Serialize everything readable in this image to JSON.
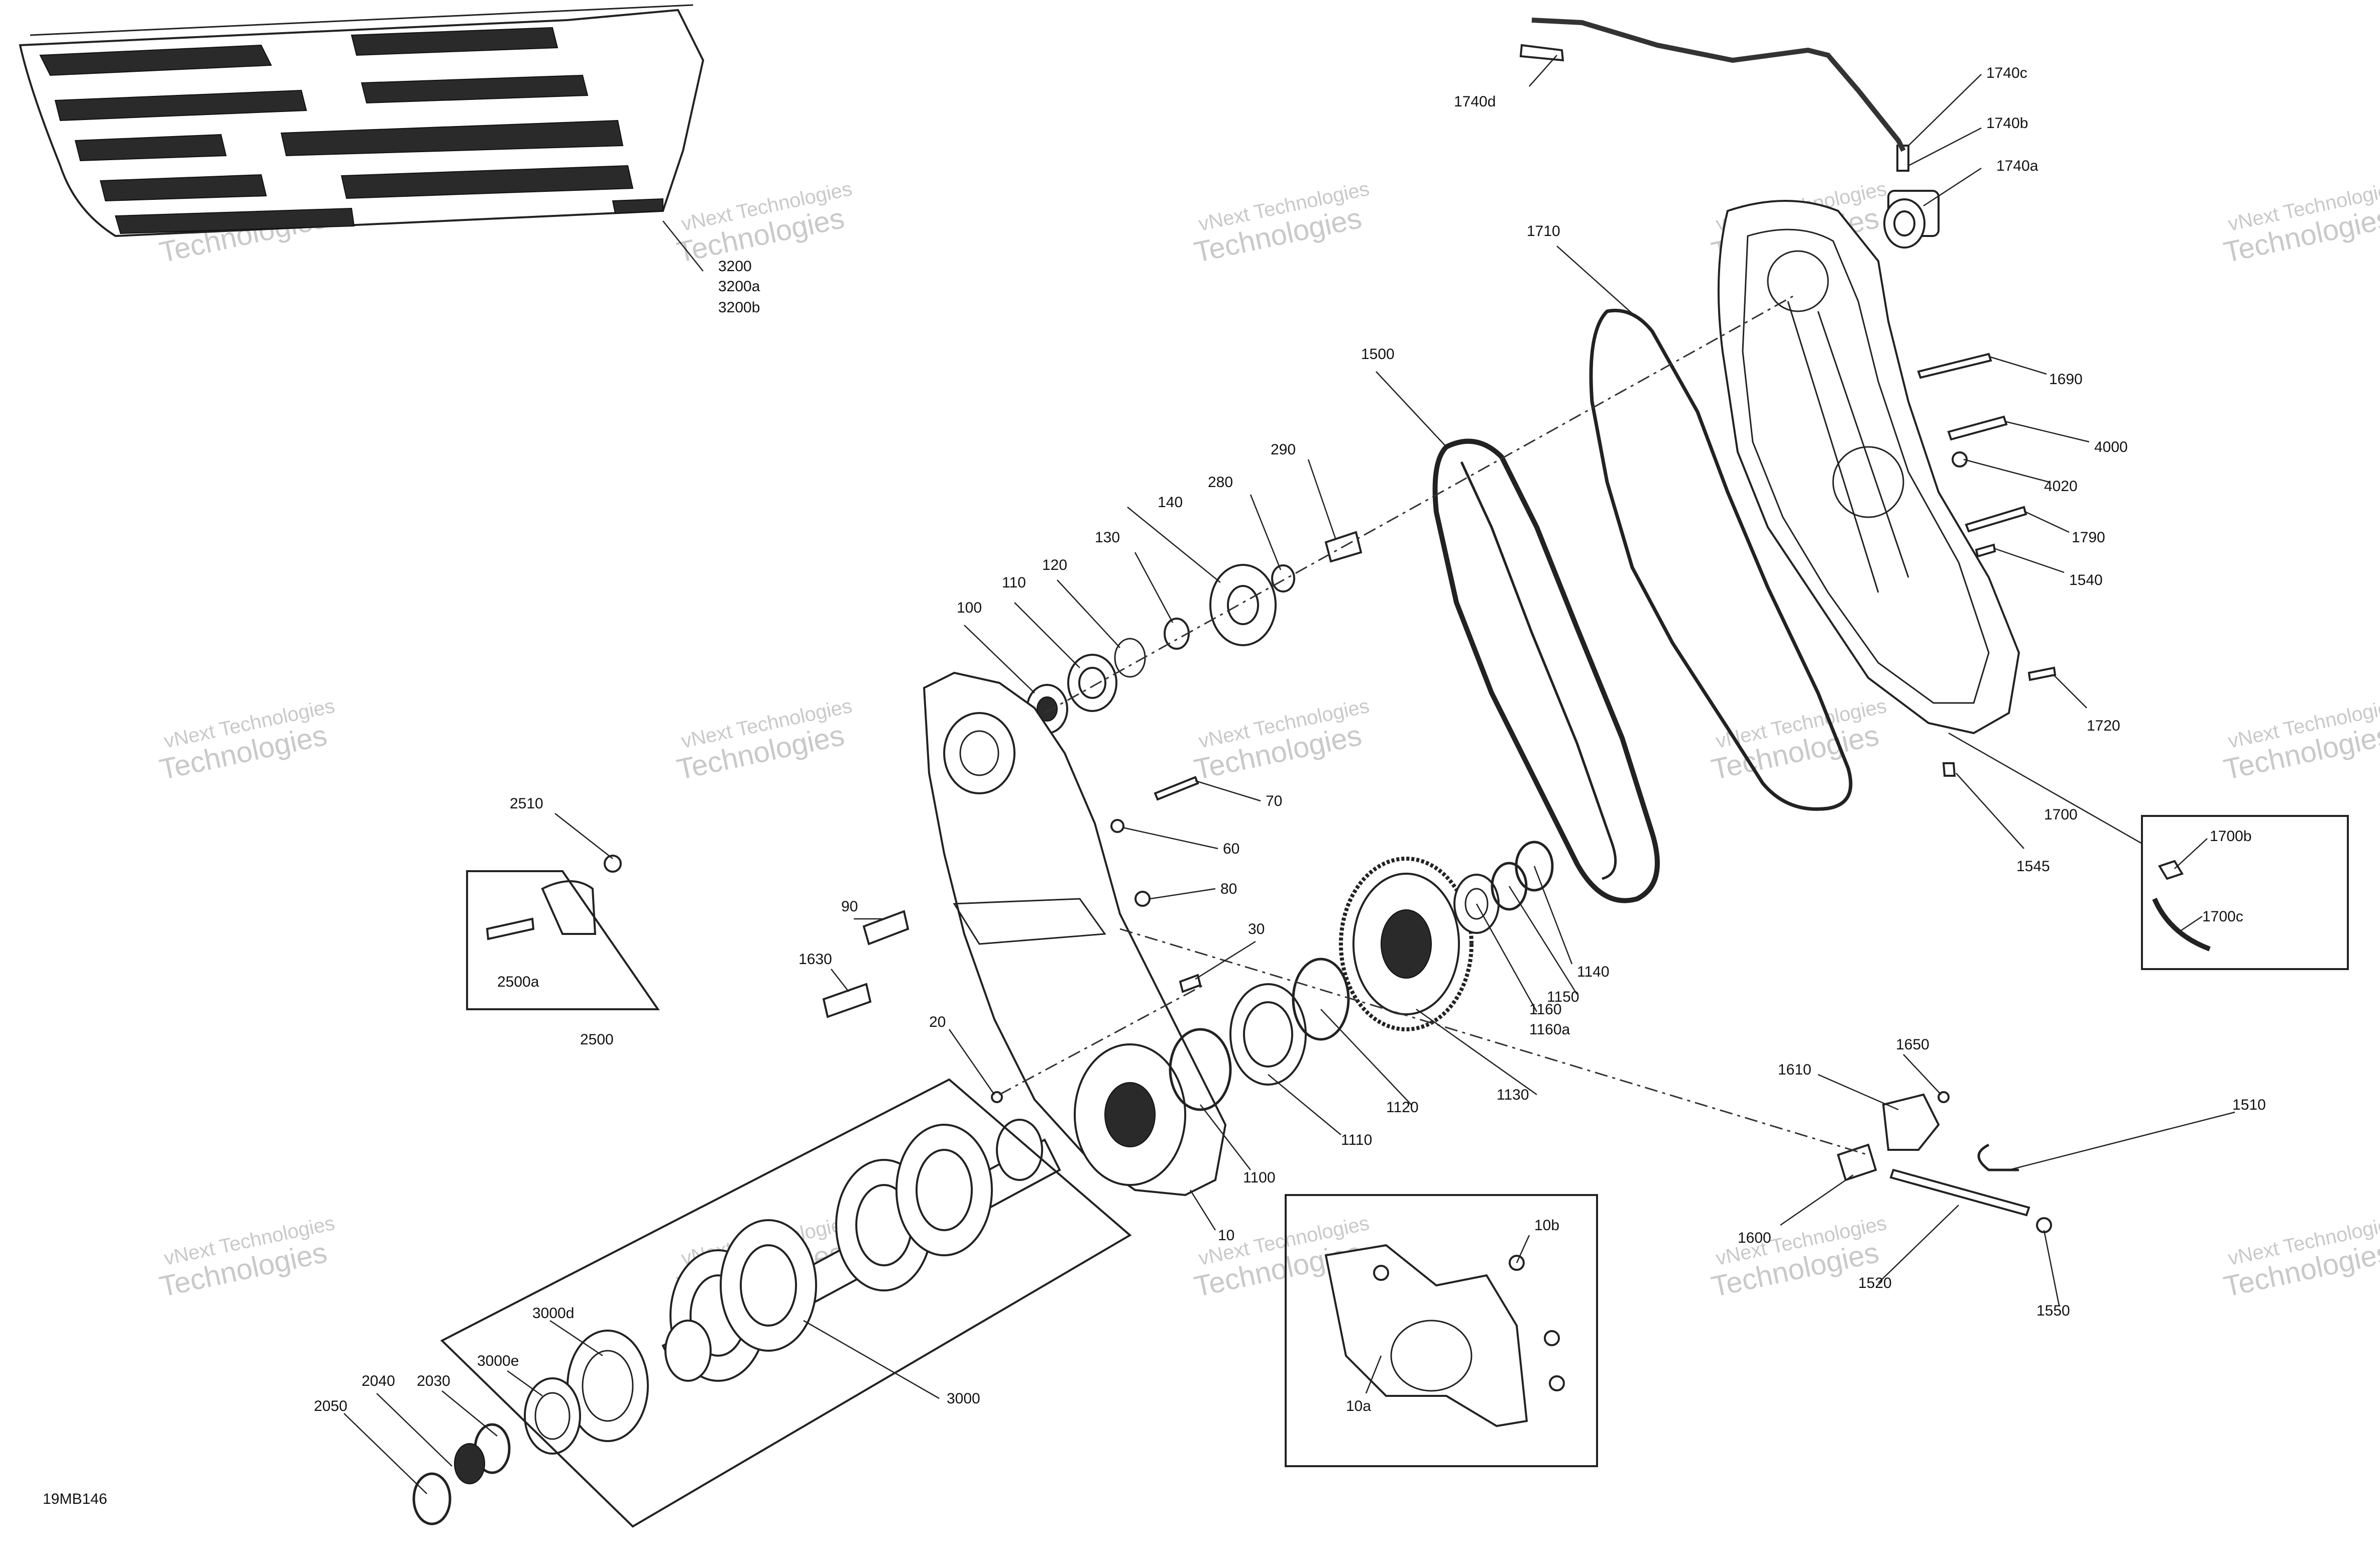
{
  "diagram_code": "19MB146",
  "watermark": {
    "line1": "vNext Technologies",
    "line2": "Technologies"
  },
  "callouts": [
    {
      "id": "c3200",
      "text": "3200"
    },
    {
      "id": "c3200a",
      "text": "3200a"
    },
    {
      "id": "c3200b",
      "text": "3200b"
    },
    {
      "id": "c1740d",
      "text": "1740d"
    },
    {
      "id": "c1740c",
      "text": "1740c"
    },
    {
      "id": "c1740b",
      "text": "1740b"
    },
    {
      "id": "c1740a",
      "text": "1740a"
    },
    {
      "id": "c1710",
      "text": "1710"
    },
    {
      "id": "c1500",
      "text": "1500"
    },
    {
      "id": "c1690",
      "text": "1690"
    },
    {
      "id": "c4000",
      "text": "4000"
    },
    {
      "id": "c4020",
      "text": "4020"
    },
    {
      "id": "c1790",
      "text": "1790"
    },
    {
      "id": "c1540",
      "text": "1540"
    },
    {
      "id": "c1720",
      "text": "1720"
    },
    {
      "id": "c1700",
      "text": "1700"
    },
    {
      "id": "c1700b",
      "text": "1700b"
    },
    {
      "id": "c1700c",
      "text": "1700c"
    },
    {
      "id": "c1545",
      "text": "1545"
    },
    {
      "id": "c290",
      "text": "290"
    },
    {
      "id": "c280",
      "text": "280"
    },
    {
      "id": "c140",
      "text": "140"
    },
    {
      "id": "c130",
      "text": "130"
    },
    {
      "id": "c120",
      "text": "120"
    },
    {
      "id": "c110",
      "text": "110"
    },
    {
      "id": "c100",
      "text": "100"
    },
    {
      "id": "c70",
      "text": "70"
    },
    {
      "id": "c60",
      "text": "60"
    },
    {
      "id": "c80",
      "text": "80"
    },
    {
      "id": "c30",
      "text": "30"
    },
    {
      "id": "c90",
      "text": "90"
    },
    {
      "id": "c1630",
      "text": "1630"
    },
    {
      "id": "c20",
      "text": "20"
    },
    {
      "id": "c2510",
      "text": "2510"
    },
    {
      "id": "c2500a",
      "text": "2500a"
    },
    {
      "id": "c2500",
      "text": "2500"
    },
    {
      "id": "c1140",
      "text": "1140"
    },
    {
      "id": "c1150",
      "text": "1150"
    },
    {
      "id": "c1160",
      "text": "1160"
    },
    {
      "id": "c1160a",
      "text": "1160a"
    },
    {
      "id": "c1130",
      "text": "1130"
    },
    {
      "id": "c1120",
      "text": "1120"
    },
    {
      "id": "c1110",
      "text": "1110"
    },
    {
      "id": "c1100",
      "text": "1100"
    },
    {
      "id": "c10",
      "text": "10"
    },
    {
      "id": "c10b",
      "text": "10b"
    },
    {
      "id": "c10a",
      "text": "10a"
    },
    {
      "id": "c1650",
      "text": "1650"
    },
    {
      "id": "c1610",
      "text": "1610"
    },
    {
      "id": "c1510",
      "text": "1510"
    },
    {
      "id": "c1600",
      "text": "1600"
    },
    {
      "id": "c1520",
      "text": "1520"
    },
    {
      "id": "c1550",
      "text": "1550"
    },
    {
      "id": "c3000d",
      "text": "3000d"
    },
    {
      "id": "c3000e",
      "text": "3000e"
    },
    {
      "id": "c3000",
      "text": "3000"
    },
    {
      "id": "c2040",
      "text": "2040"
    },
    {
      "id": "c2030",
      "text": "2030"
    },
    {
      "id": "c2050",
      "text": "2050"
    }
  ]
}
